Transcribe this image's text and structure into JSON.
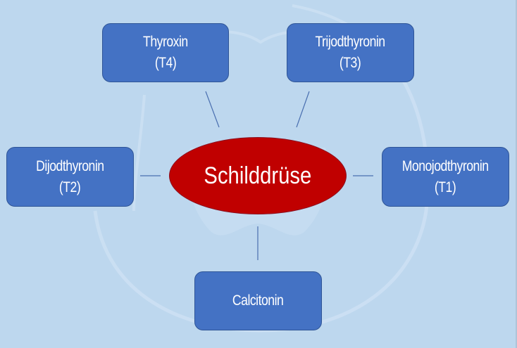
{
  "diagram": {
    "type": "hub-and-spoke",
    "center": {
      "label": "Schilddrüse",
      "color": "#C00000"
    },
    "nodes": [
      {
        "id": "t4",
        "name": "Thyroxin",
        "abbr": "(T4)"
      },
      {
        "id": "t3",
        "name": "Trijodthyronin",
        "abbr": "(T3)"
      },
      {
        "id": "t2",
        "name": "Dijodthyronin",
        "abbr": "(T2)"
      },
      {
        "id": "t1",
        "name": "Monojodthyronin",
        "abbr": "(T1)"
      },
      {
        "id": "calcitonin",
        "name": "Calcitonin",
        "abbr": ""
      }
    ],
    "edges": [
      {
        "from": "center",
        "to": "t4"
      },
      {
        "from": "center",
        "to": "t3"
      },
      {
        "from": "center",
        "to": "t2"
      },
      {
        "from": "center",
        "to": "t1"
      },
      {
        "from": "center",
        "to": "calcitonin"
      }
    ],
    "colors": {
      "background": "#BDD7EE",
      "node_fill": "#4472C4",
      "node_border": "#2F5597",
      "connector": "#4A6FB0",
      "text": "#FFFFFF"
    },
    "watermark": "tooth-logo-icon"
  }
}
